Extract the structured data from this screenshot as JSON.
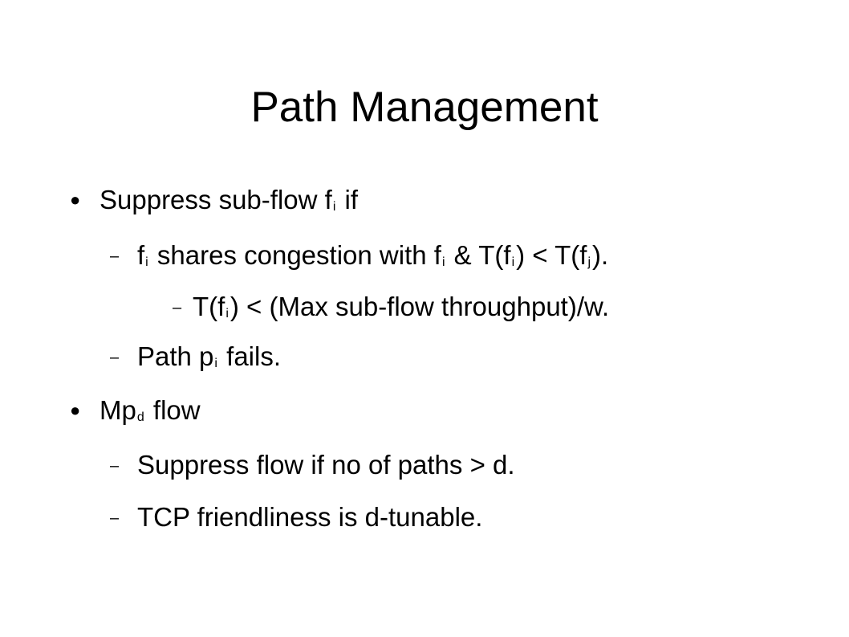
{
  "slide": {
    "title": "Path Management"
  },
  "bullets": {
    "marker": "●",
    "dash": "–",
    "b1": {
      "pre": "Suppress sub-flow f",
      "sub": "i",
      "post": " if"
    },
    "b1_1": {
      "t1": "f",
      "s1": "i",
      "t2": " shares congestion with f",
      "s2": "i",
      "t3": " & T(f",
      "s3": "i",
      "t4": ") < T(f",
      "s4": "j",
      "t5": ")."
    },
    "b1_1_1": {
      "t1": "T(f",
      "s1": "i",
      "t2": ") < (Max sub-flow throughput)/w."
    },
    "b1_2": {
      "t1": "Path p",
      "s1": "i",
      "t2": " fails."
    },
    "b2": {
      "t1": "Mp",
      "s1": "d",
      "t2": " flow"
    },
    "b2_1": "Suppress flow if no of paths > d.",
    "b2_2": "TCP friendliness is d-tunable."
  }
}
